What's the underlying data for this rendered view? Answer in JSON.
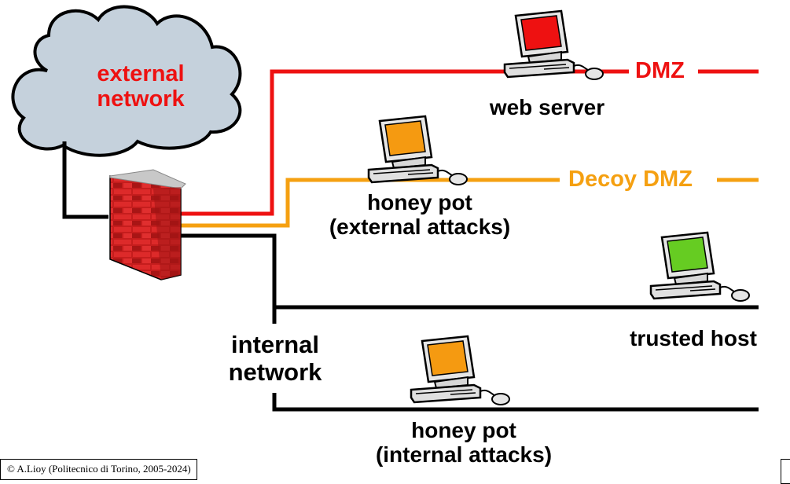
{
  "cloud": {
    "label_line1": "external",
    "label_line2": "network",
    "text_color": "#ee1111",
    "fill_color": "#c5d1dc"
  },
  "networks": {
    "dmz": {
      "label": "DMZ",
      "color": "#ee1111"
    },
    "decoy_dmz": {
      "label": "Decoy DMZ",
      "color": "#f5a011"
    },
    "internal": {
      "label_line1": "internal",
      "label_line2": "network",
      "color": "#000000"
    }
  },
  "hosts": {
    "web_server": {
      "label": "web server",
      "screen_color": "#ee1111"
    },
    "honey_pot_external": {
      "label_line1": "honey pot",
      "label_line2": "(external attacks)",
      "screen_color": "#f59a11"
    },
    "trusted_host": {
      "label": "trusted host",
      "screen_color": "#66cc22"
    },
    "honey_pot_internal": {
      "label_line1": "honey pot",
      "label_line2": "(internal attacks)",
      "screen_color": "#f59a11"
    }
  },
  "firewall": {
    "brick_color": "#cc1f1f",
    "cap_color": "#c8c8c8"
  },
  "footer": {
    "text": "© A.Lioy (Politecnico di Torino, 2005-2024)"
  }
}
